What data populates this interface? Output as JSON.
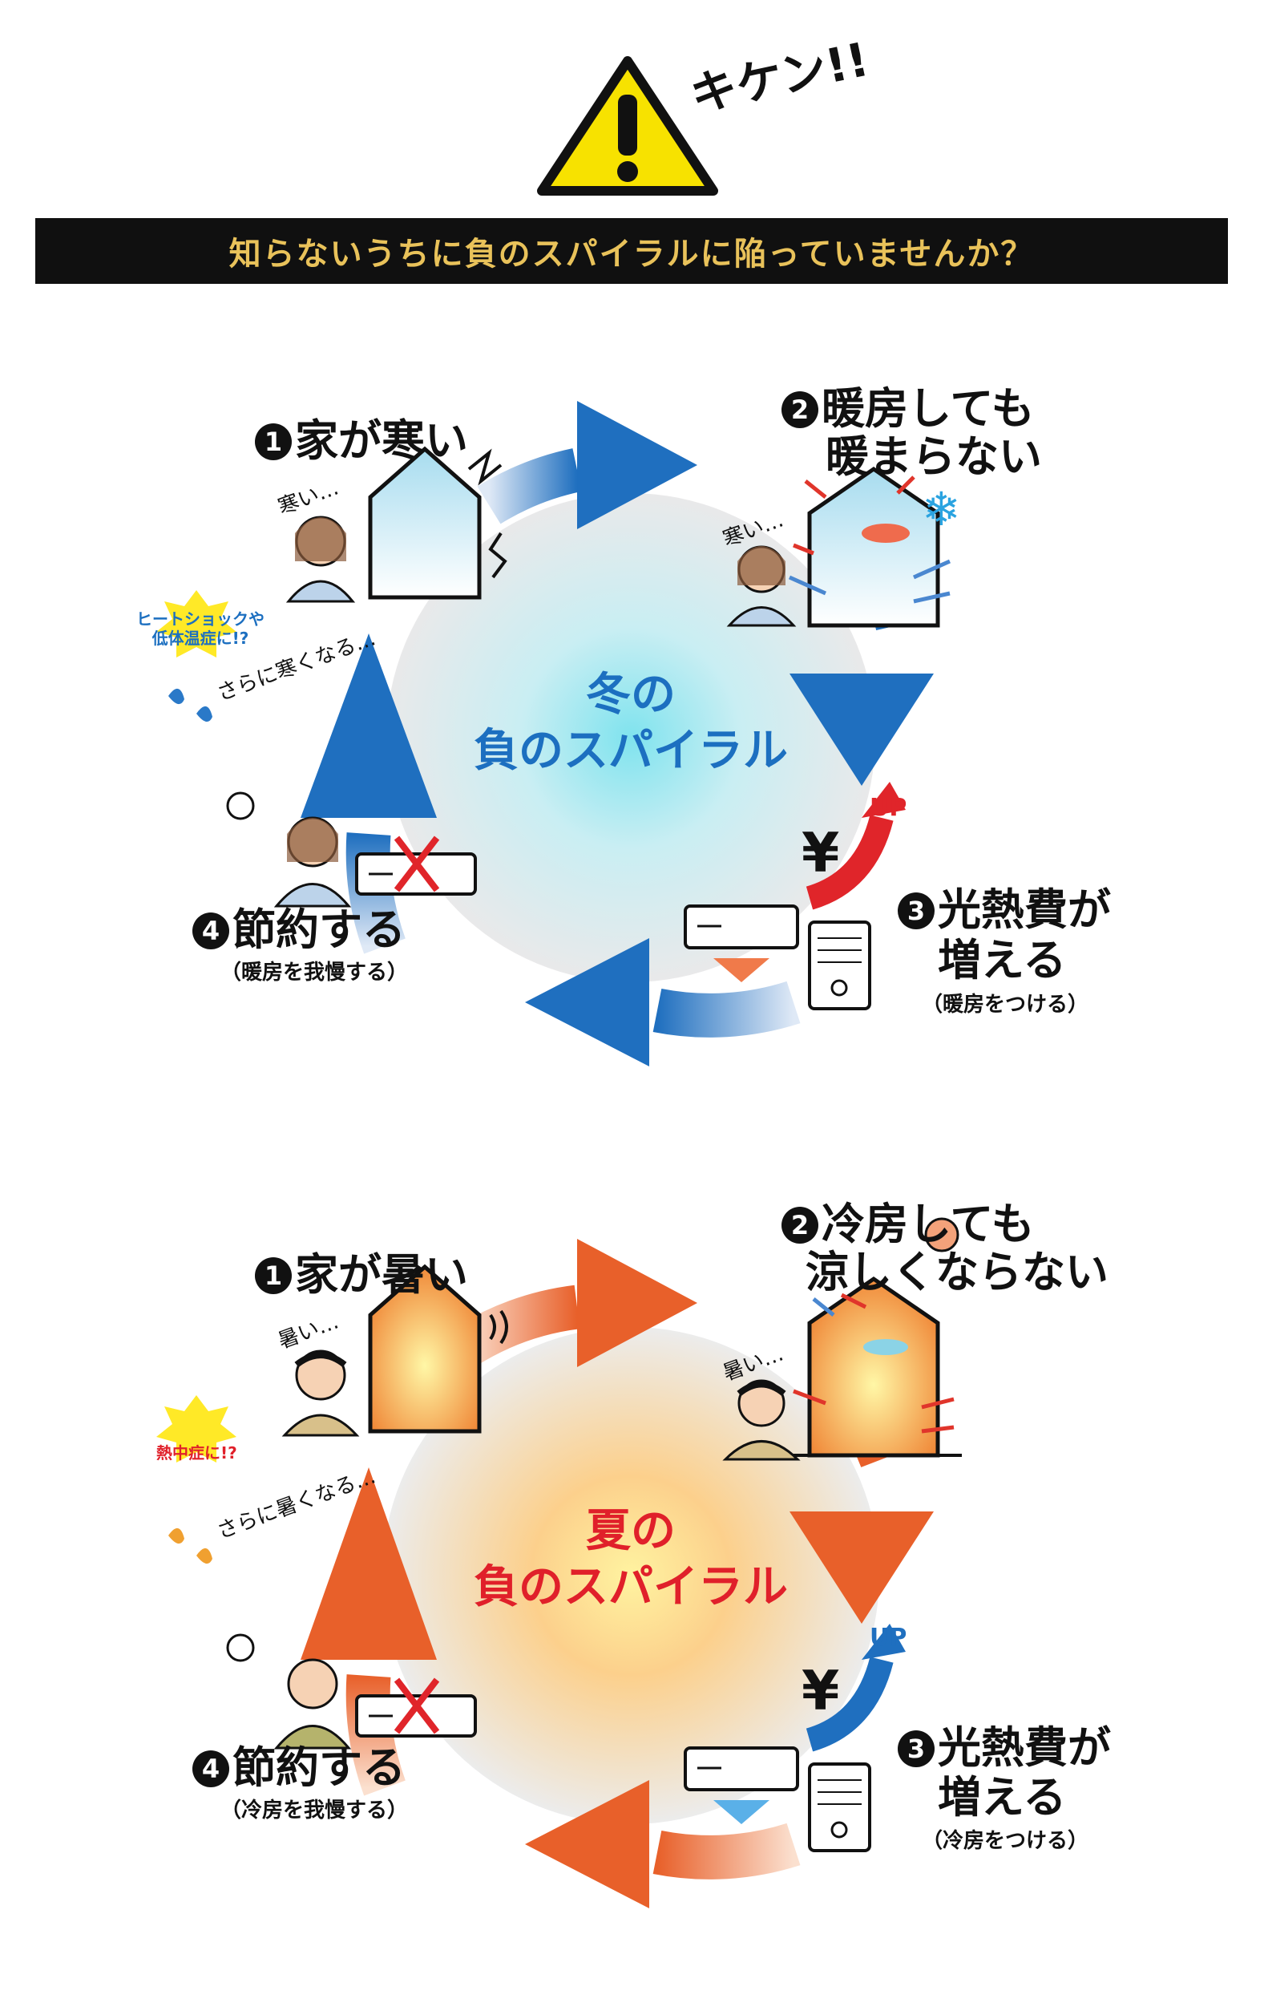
{
  "header": {
    "exclaim": "キケン!!",
    "banner": "知らないうちに負のスパイラルに陥っていませんか？"
  },
  "winter": {
    "center_line1": "冬の",
    "center_line2": "負のスパイラル",
    "step1_num": "1",
    "step1": "家が寒い",
    "step2_num": "2",
    "step2_line1": "暖房しても",
    "step2_line2": "暖まらない",
    "step3_num": "3",
    "step3_line1": "光熱費が",
    "step3_line2": "増える",
    "step3_note": "（暖房をつける）",
    "step4_num": "4",
    "step4": "節約する",
    "step4_note": "（暖房を我慢する）",
    "speech_person1": "寒い…",
    "speech_person2": "寒い…",
    "worse": "さらに寒くなる…",
    "warning_line1": "ヒートショックや",
    "warning_line2": "低体温症に!?",
    "up": "UP",
    "yen": "¥",
    "accent_color": "#1c6fc0",
    "center_color": "#1c6fc0"
  },
  "summer": {
    "center_line1": "夏の",
    "center_line2": "負のスパイラル",
    "step1_num": "1",
    "step1": "家が暑い",
    "step2_num": "2",
    "step2_line1": "冷房しても",
    "step2_line2": "涼しくならない",
    "step3_num": "3",
    "step3_line1": "光熱費が",
    "step3_line2": "増える",
    "step3_note": "（冷房をつける）",
    "step4_num": "4",
    "step4": "節約する",
    "step4_note": "（冷房を我慢する）",
    "speech_person1": "暑い…",
    "speech_person2": "暑い…",
    "worse": "さらに暑くなる…",
    "warning_line1": "熱中症に!?",
    "up": "UP",
    "yen": "¥",
    "accent_color": "#e8602a",
    "center_color": "#e0202a"
  }
}
